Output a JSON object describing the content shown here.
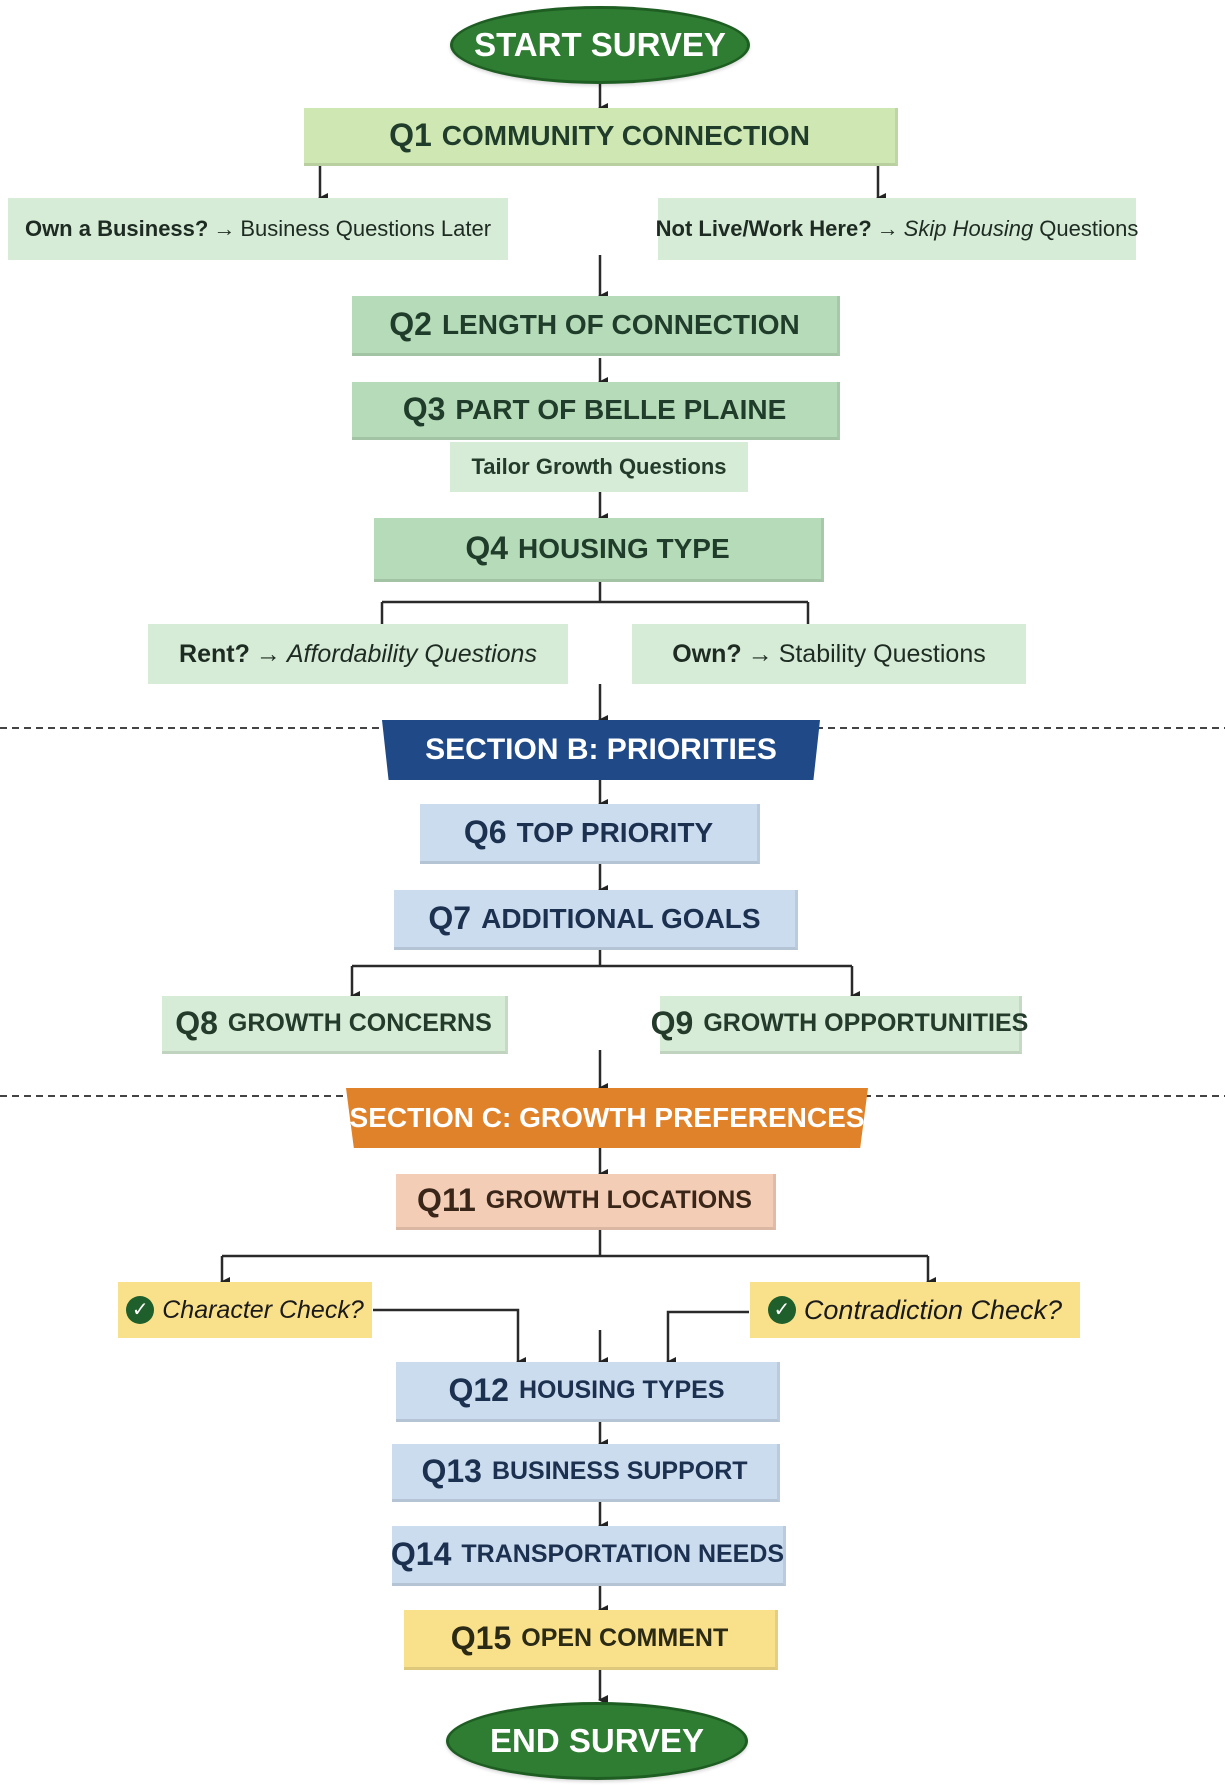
{
  "start": "START SURVEY",
  "end": "END SURVEY",
  "q1": {
    "num": "Q1",
    "label": "COMMUNITY CONNECTION"
  },
  "q1_left": {
    "bold": "Own a Business?",
    "arrow": "→",
    "text": "Business Questions Later"
  },
  "q1_right": {
    "bold": "Not Live/Work Here?",
    "arrow": "→",
    "italic": "Skip Housing",
    "text": "Questions"
  },
  "q2": {
    "num": "Q2",
    "label": "LENGTH OF CONNECTION"
  },
  "q3": {
    "num": "Q3",
    "label": "PART OF BELLE PLAINE"
  },
  "q3_sub": "Tailor Growth Questions",
  "q4": {
    "num": "Q4",
    "label": "HOUSING TYPE"
  },
  "q4_left": {
    "bold": "Rent?",
    "arrow": "→",
    "italic": "Affordability Questions"
  },
  "q4_right": {
    "bold": "Own?",
    "arrow": "→",
    "text": "Stability Questions"
  },
  "section_b": "SECTION B: PRIORITIES",
  "q6": {
    "num": "Q6",
    "label": "TOP PRIORITY"
  },
  "q7": {
    "num": "Q7",
    "label": "ADDITIONAL GOALS"
  },
  "q8": {
    "num": "Q8",
    "label": "GROWTH CONCERNS"
  },
  "q9": {
    "num": "Q9",
    "label": "GROWTH OPPORTUNITIES"
  },
  "section_c": "SECTION C: GROWTH PREFERENCES",
  "q11": {
    "num": "Q11",
    "label": "GROWTH LOCATIONS"
  },
  "check_left": "Character Check?",
  "check_right": "Contradiction Check?",
  "check_icon": "check-circle-icon",
  "q12": {
    "num": "Q12",
    "label": "HOUSING TYPES"
  },
  "q13": {
    "num": "Q13",
    "label": "BUSINESS SUPPORT"
  },
  "q14": {
    "num": "Q14",
    "label": "TRANSPORTATION NEEDS"
  },
  "q15": {
    "num": "Q15",
    "label": "OPEN COMMENT"
  },
  "colors": {
    "start_end": "#2e7d32",
    "section_b": "#1f4a87",
    "section_c": "#e0822a",
    "green_box": "#cfe8b3",
    "blue_box": "#cbdcef",
    "peach_box": "#f4cdb7",
    "yellow_box": "#f9e08b"
  }
}
